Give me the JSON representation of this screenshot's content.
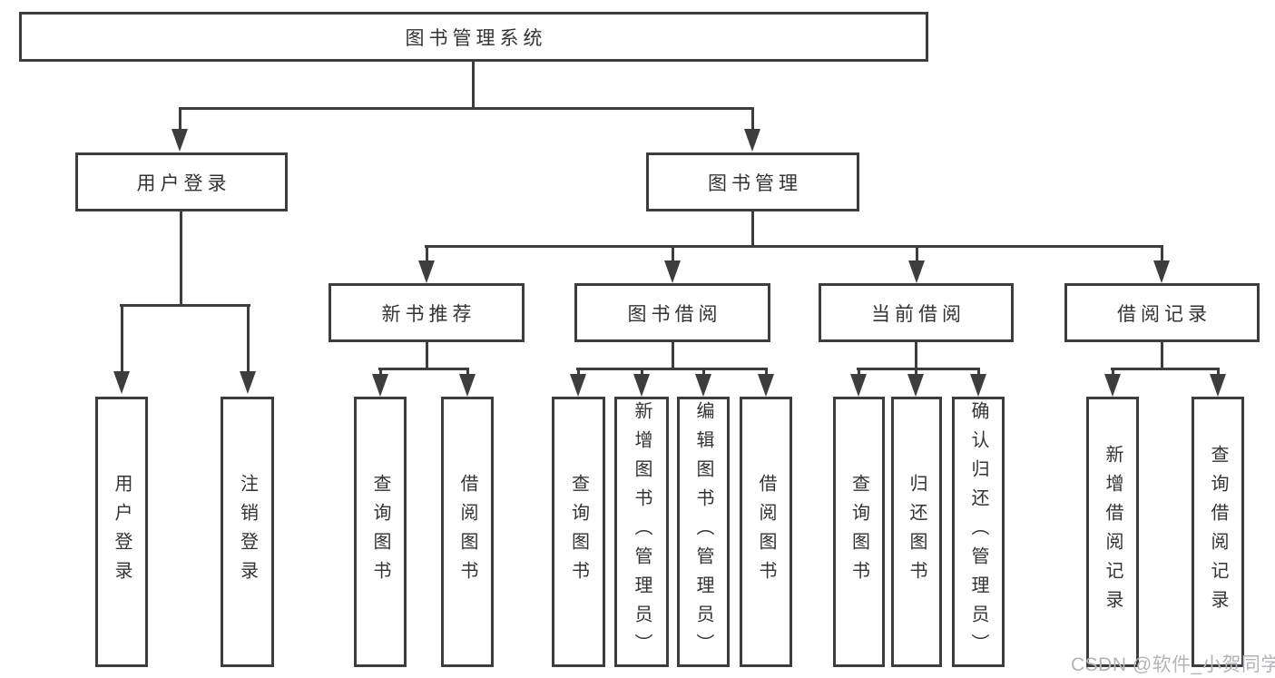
{
  "root": {
    "label": "图书管理系统"
  },
  "branches": [
    {
      "label": "用户登录",
      "leaves": [
        {
          "label": "用户登录"
        },
        {
          "label": "注销登录"
        }
      ]
    },
    {
      "label": "图书管理",
      "sections": [
        {
          "label": "新书推荐",
          "leaves": [
            {
              "label": "查询图书"
            },
            {
              "label": "借阅图书"
            }
          ]
        },
        {
          "label": "图书借阅",
          "leaves": [
            {
              "label": "查询图书"
            },
            {
              "label": "新增图书（管理员）"
            },
            {
              "label": "编辑图书（管理员）"
            },
            {
              "label": "借阅图书"
            }
          ]
        },
        {
          "label": "当前借阅",
          "leaves": [
            {
              "label": "查询图书"
            },
            {
              "label": "归还图书"
            },
            {
              "label": "确认归还（管理员）"
            }
          ]
        },
        {
          "label": "借阅记录",
          "leaves": [
            {
              "label": "新增借阅记录"
            },
            {
              "label": "查询借阅记录"
            }
          ]
        }
      ]
    }
  ],
  "watermark": {
    "text": "CSDN @软件_小贺同学"
  },
  "colors": {
    "line": "#3d3d3d",
    "text": "#333333",
    "watermark": "#b3b3b8",
    "background": "#ffffff"
  }
}
